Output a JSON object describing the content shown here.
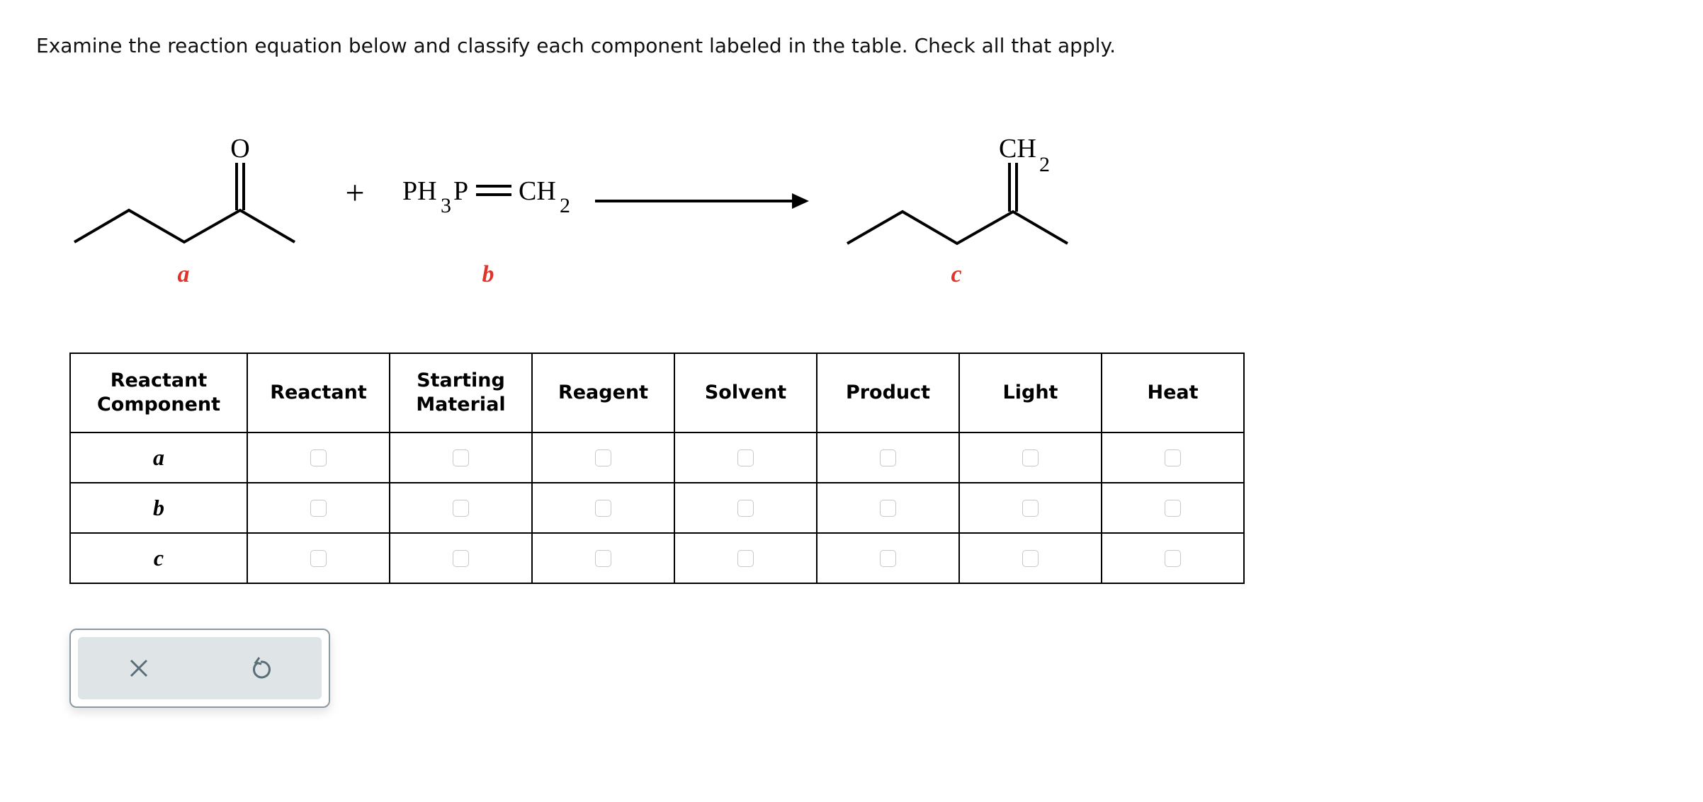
{
  "instruction": "Examine the reaction equation below and classify each component labeled in the table. Check all that apply.",
  "reaction": {
    "reactant_a": {
      "atom_label": "O",
      "label": "a"
    },
    "plus": "+",
    "reactant_b": {
      "formula_parts": [
        "PH",
        "3",
        "P",
        "CH",
        "2"
      ],
      "label": "b"
    },
    "product_c": {
      "formula_parts": [
        "CH",
        "2"
      ],
      "label": "c"
    },
    "label_color": "#e0342b"
  },
  "table": {
    "headers": [
      "Reactant Component",
      "Reactant",
      "Starting Material",
      "Reagent",
      "Solvent",
      "Product",
      "Light",
      "Heat"
    ],
    "header_lines": [
      [
        "Reactant",
        "Component"
      ],
      [
        "Reactant"
      ],
      [
        "Starting",
        "Material"
      ],
      [
        "Reagent"
      ],
      [
        "Solvent"
      ],
      [
        "Product"
      ],
      [
        "Light"
      ],
      [
        "Heat"
      ]
    ],
    "rows": [
      {
        "label": "a",
        "checked": [
          false,
          false,
          false,
          false,
          false,
          false,
          false
        ]
      },
      {
        "label": "b",
        "checked": [
          false,
          false,
          false,
          false,
          false,
          false,
          false
        ]
      },
      {
        "label": "c",
        "checked": [
          false,
          false,
          false,
          false,
          false,
          false,
          false
        ]
      }
    ]
  },
  "actions": {
    "clear_icon": "x-icon",
    "reset_icon": "undo-icon"
  }
}
